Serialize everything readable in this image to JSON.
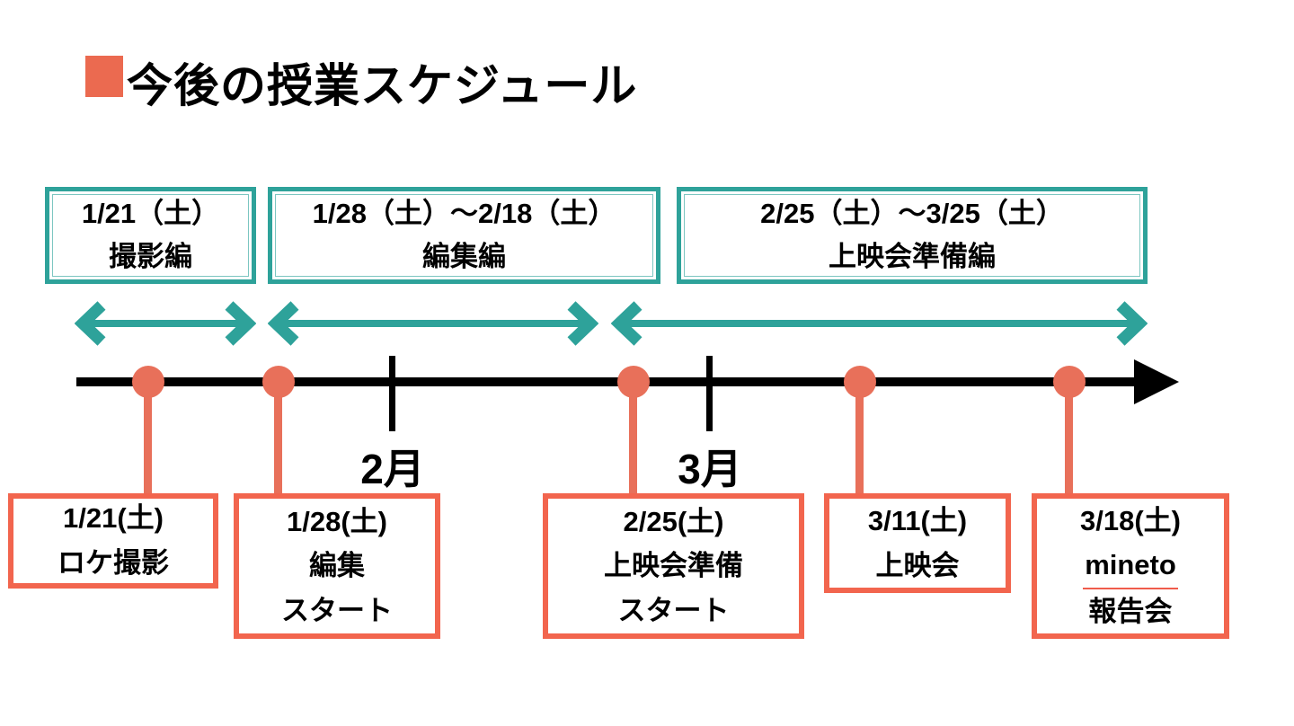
{
  "slide": {
    "background": "#ffffff",
    "title": {
      "text": "今後の授業スケジュール",
      "bullet_icon": "square-bullet"
    }
  },
  "colors": {
    "coral": "#EB6A50",
    "coral_border": "#F2654E",
    "coral_dot": "#E8705A",
    "teal": "#2EA29A",
    "timeline": "#000000",
    "spellcheck_underline": "#F05B4B"
  },
  "phases": [
    {
      "dates": "1/21（土）",
      "name": "撮影編"
    },
    {
      "dates": "1/28（土）～2/18（土）",
      "name": "編集編"
    },
    {
      "dates": "2/25（土）～3/25（土）",
      "name": "上映会準備編"
    }
  ],
  "timeline": {
    "months": [
      "2月",
      "3月"
    ]
  },
  "events": [
    {
      "date": "1/21(土)",
      "lines": [
        "ロケ撮影"
      ]
    },
    {
      "date": "1/28(土)",
      "lines": [
        "編集",
        "スタート"
      ]
    },
    {
      "date": "2/25(土)",
      "lines": [
        "上映会準備",
        "スタート"
      ]
    },
    {
      "date": "3/11(土)",
      "lines": [
        "上映会"
      ]
    },
    {
      "date": "3/18(土)",
      "lines": [
        "mineto",
        "報告会"
      ]
    }
  ]
}
